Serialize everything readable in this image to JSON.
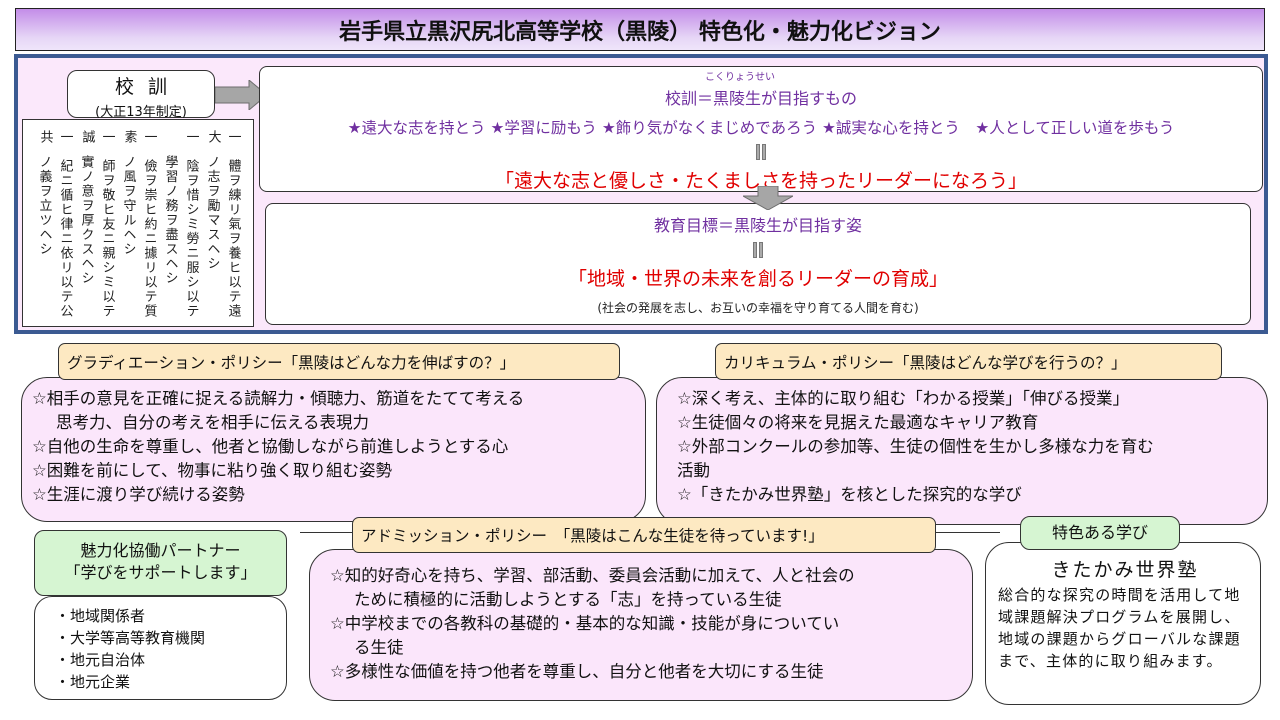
{
  "header": {
    "title": "岩手県立黒沢尻北高等学校（黒陵） 特色化・魅力化ビジョン"
  },
  "colors": {
    "title_gradient_top": "#c38de8",
    "title_gradient_bottom": "#efe5fa",
    "frame_border": "#3b5a92",
    "frame_bg": "#fbe8fb",
    "purple_text": "#7030a0",
    "red_text": "#e00000",
    "tag_bg": "#fde9c2",
    "bubble_bg": "#fbe6fb",
    "green_bg": "#d6f5d2"
  },
  "kokun": {
    "label": "校訓",
    "enacted": "(大正13年制定)",
    "columns": [
      {
        "mark": "一",
        "text": "體ヲ練リ氣ヲ養ヒ以テ遠大"
      },
      {
        "mark": "",
        "text": "ノ志ヲ勵マスヘシ"
      },
      {
        "mark": "一",
        "text": "陰ヲ惜シミ勞ニ服シ以テ"
      },
      {
        "mark": "",
        "text": "學習ノ務ヲ盡スヘシ"
      },
      {
        "mark": "一",
        "text": "儉ヲ崇ヒ約ニ據リ以テ質素"
      },
      {
        "mark": "",
        "text": "ノ風ヲ守ルヘシ"
      },
      {
        "mark": "一",
        "text": "師ヲ敬ヒ友ニ親シミ以テ誠"
      },
      {
        "mark": "",
        "text": "實ノ意ヲ厚クスヘシ"
      },
      {
        "mark": "一",
        "text": "紀ニ循ヒ律ニ依リ以テ公共"
      },
      {
        "mark": "",
        "text": "ノ義ヲ立ツヘシ"
      }
    ]
  },
  "motto": {
    "ruby": "こくりょうせい",
    "heading": "校訓＝黒陵生が目指すもの",
    "stars": "★遠大な志を持とう ★学習に励もう ★飾り気がなくまじめであろう ★誠実な心を持とう　★人として正しい道を歩もう",
    "slogan": "「遠大な志と優しさ・たくましさを持ったリーダーになろう」"
  },
  "goal": {
    "heading": "教育目標＝黒陵生が目指す姿",
    "slogan": "「地域・世界の未来を創るリーダーの育成」",
    "note": "(社会の発展を志し、お互いの幸福を守り育てる人間を育む)"
  },
  "graduation_policy": {
    "tag": "グラディエーション・ポリシー「黒陵はどんな力を伸ばすの？」",
    "items": [
      {
        "text": "☆相手の意見を正確に捉える読解力・傾聴力、筋道をたてて考える",
        "cont": "思考力、自分の考えを相手に伝える表現力"
      },
      {
        "text": "☆自他の生命を尊重し、他者と協働しながら前進しようとする心"
      },
      {
        "text": "☆困難を前にして、物事に粘り強く取り組む姿勢"
      },
      {
        "text": "☆生涯に渡り学び続ける姿勢"
      }
    ]
  },
  "curriculum_policy": {
    "tag": "カリキュラム・ポリシー「黒陵はどんな学びを行うの？」",
    "items": [
      {
        "text": "☆深く考え、主体的に取り組む「わかる授業」「伸びる授業」"
      },
      {
        "text": "☆生徒個々の将来を見据えた最適なキャリア教育"
      },
      {
        "text": "☆外部コンクールの参加等、生徒の個性を生かし多様な力を育む",
        "cont": "活動"
      },
      {
        "text": "☆「きたかみ世界塾」を核とした探究的な学び"
      }
    ]
  },
  "admission_policy": {
    "tag": "アドミッション・ポリシー　「黒陵はこんな生徒を待っています!」",
    "items": [
      {
        "text": "☆知的好奇心を持ち、学習、部活動、委員会活動に加えて、人と社会の",
        "cont": "ために積極的に活動しようとする「志」を持っている生徒"
      },
      {
        "text": "☆中学校までの各教科の基礎的・基本的な知識・技能が身についてい",
        "cont": "る生徒"
      },
      {
        "text": "☆多様性な価値を持つ他者を尊重し、自分と他者を大切にする生徒"
      }
    ]
  },
  "partners": {
    "title_line1": "魅力化協働パートナー",
    "title_line2": "「学びをサポートします」",
    "items": [
      "・地域関係者",
      "・大学等高等教育機関",
      "・地元自治体",
      "・地元企業"
    ]
  },
  "feature": {
    "tag": "特色ある学び",
    "title": "きたかみ世界塾",
    "body": "総合的な探究の時間を活用して地域課題解決プログラムを展開し、地域の課題からグローバルな課題まで、主体的に取り組みます。"
  }
}
